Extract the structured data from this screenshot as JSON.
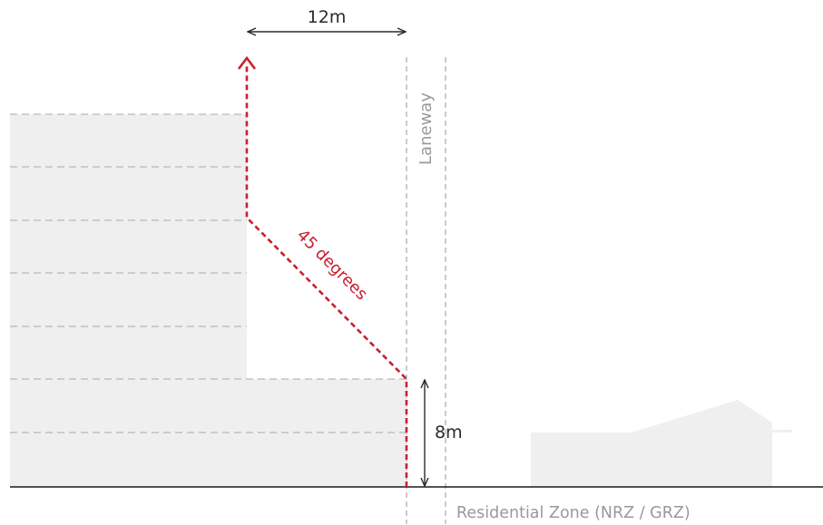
{
  "labels": {
    "setback_width": "12m",
    "angle": "45 degrees",
    "laneway": "Laneway",
    "podium_height": "8m",
    "zone": "Residential Zone (NRZ / GRZ)"
  },
  "colors": {
    "building_fill": "#efefef",
    "envelope_red": "#c8202f",
    "guide_gray": "#aaaaaa",
    "text_gray": "#999999",
    "text_dark": "#2b2b2b",
    "ground_line": "#1a1a1a"
  }
}
